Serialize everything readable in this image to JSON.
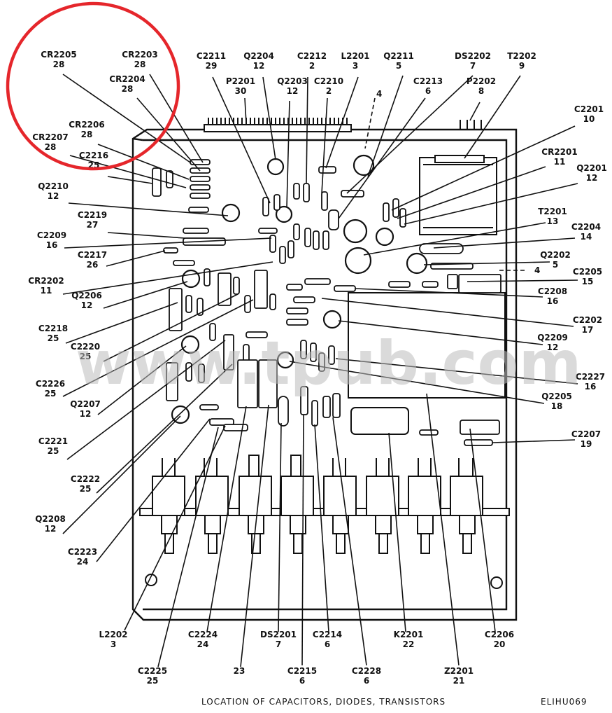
{
  "caption": "LOCATION OF CAPACITORS, DIODES, TRANSISTORS",
  "figure_id": "ELIHU069",
  "watermark": "www.tpub.com",
  "highlight_color": "#e5262b",
  "labels": [
    {
      "id": "cr2205",
      "ref": "CR2205",
      "num": "28"
    },
    {
      "id": "cr2203",
      "ref": "CR2203",
      "num": "28"
    },
    {
      "id": "cr2204",
      "ref": "CR2204",
      "num": "28"
    },
    {
      "id": "cr2206",
      "ref": "CR2206",
      "num": "28"
    },
    {
      "id": "cr2207",
      "ref": "CR2207",
      "num": "28"
    },
    {
      "id": "c2216",
      "ref": "C2216",
      "num": "25"
    },
    {
      "id": "q2210",
      "ref": "Q2210",
      "num": "12"
    },
    {
      "id": "c2219",
      "ref": "C2219",
      "num": "27"
    },
    {
      "id": "c2209",
      "ref": "C2209",
      "num": "16"
    },
    {
      "id": "c2217",
      "ref": "C2217",
      "num": "26"
    },
    {
      "id": "cr2202",
      "ref": "CR2202",
      "num": "11"
    },
    {
      "id": "q2206",
      "ref": "Q2206",
      "num": "12"
    },
    {
      "id": "c2218",
      "ref": "C2218",
      "num": "25"
    },
    {
      "id": "c2220",
      "ref": "C2220",
      "num": "25"
    },
    {
      "id": "c2226",
      "ref": "C2226",
      "num": "25"
    },
    {
      "id": "q2207",
      "ref": "Q2207",
      "num": "12"
    },
    {
      "id": "c2221",
      "ref": "C2221",
      "num": "25"
    },
    {
      "id": "c2222",
      "ref": "C2222",
      "num": "25"
    },
    {
      "id": "q2208",
      "ref": "Q2208",
      "num": "12"
    },
    {
      "id": "c2223",
      "ref": "C2223",
      "num": "24"
    },
    {
      "id": "l2202",
      "ref": "L2202",
      "num": "3"
    },
    {
      "id": "c2225",
      "ref": "C2225",
      "num": "25"
    },
    {
      "id": "c2224",
      "ref": "C2224",
      "num": "24"
    },
    {
      "id": "n23",
      "ref": "",
      "num": "23"
    },
    {
      "id": "ds2201",
      "ref": "DS2201",
      "num": "7"
    },
    {
      "id": "c2215",
      "ref": "C2215",
      "num": "6"
    },
    {
      "id": "c2214",
      "ref": "C2214",
      "num": "6"
    },
    {
      "id": "c2228",
      "ref": "C2228",
      "num": "6"
    },
    {
      "id": "k2201",
      "ref": "K2201",
      "num": "22"
    },
    {
      "id": "z2201",
      "ref": "Z2201",
      "num": "21"
    },
    {
      "id": "c2206",
      "ref": "C2206",
      "num": "20"
    },
    {
      "id": "c2211",
      "ref": "C2211",
      "num": "29"
    },
    {
      "id": "p2201",
      "ref": "P2201",
      "num": "30"
    },
    {
      "id": "q2204",
      "ref": "Q2204",
      "num": "12"
    },
    {
      "id": "q2203",
      "ref": "Q2203",
      "num": "12"
    },
    {
      "id": "c2212",
      "ref": "C2212",
      "num": "2"
    },
    {
      "id": "c2210",
      "ref": "C2210",
      "num": "2"
    },
    {
      "id": "l2201",
      "ref": "L2201",
      "num": "3"
    },
    {
      "id": "q2211",
      "ref": "Q2211",
      "num": "5"
    },
    {
      "id": "c2213",
      "ref": "C2213",
      "num": "6"
    },
    {
      "id": "ds2202",
      "ref": "DS2202",
      "num": "7"
    },
    {
      "id": "p2202",
      "ref": "P2202",
      "num": "8"
    },
    {
      "id": "t2202",
      "ref": "T2202",
      "num": "9"
    },
    {
      "id": "c2201",
      "ref": "C2201",
      "num": "10"
    },
    {
      "id": "cr2201",
      "ref": "CR2201",
      "num": "11"
    },
    {
      "id": "q2201",
      "ref": "Q2201",
      "num": "12"
    },
    {
      "id": "t2201",
      "ref": "T2201",
      "num": "13"
    },
    {
      "id": "c2204",
      "ref": "C2204",
      "num": "14"
    },
    {
      "id": "q2202",
      "ref": "Q2202",
      "num": "5"
    },
    {
      "id": "c2205",
      "ref": "C2205",
      "num": "15"
    },
    {
      "id": "c2208",
      "ref": "C2208",
      "num": "16"
    },
    {
      "id": "c2202",
      "ref": "C2202",
      "num": "17"
    },
    {
      "id": "q2209",
      "ref": "Q2209",
      "num": "12"
    },
    {
      "id": "c2227",
      "ref": "C2227",
      "num": "16"
    },
    {
      "id": "q2205",
      "ref": "Q2205",
      "num": "18"
    },
    {
      "id": "c2207",
      "ref": "C2207",
      "num": "19"
    }
  ],
  "section_marks": [
    {
      "id": "top",
      "text": "4"
    },
    {
      "id": "right",
      "text": "4"
    }
  ]
}
